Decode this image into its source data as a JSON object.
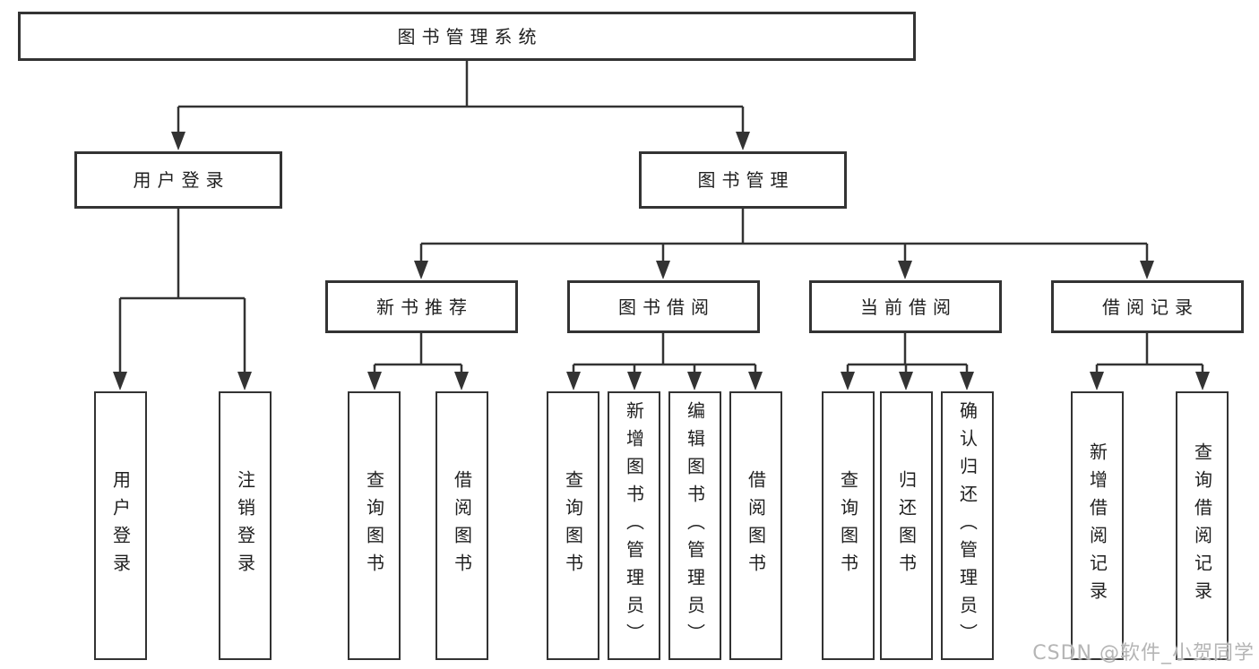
{
  "diagram": {
    "root": {
      "label": "图书管理系统",
      "children": [
        {
          "label": "用户登录",
          "children": [
            {
              "label": "用户登录"
            },
            {
              "label": "注销登录"
            }
          ]
        },
        {
          "label": "图书管理",
          "children": [
            {
              "label": "新书推荐",
              "children": [
                {
                  "label": "查询图书"
                },
                {
                  "label": "借阅图书"
                }
              ]
            },
            {
              "label": "图书借阅",
              "children": [
                {
                  "label": "查询图书"
                },
                {
                  "label": "新增图书（管理员）"
                },
                {
                  "label": "编辑图书（管理员）"
                },
                {
                  "label": "借阅图书"
                }
              ]
            },
            {
              "label": "当前借阅",
              "children": [
                {
                  "label": "查询图书"
                },
                {
                  "label": "归还图书"
                },
                {
                  "label": "确认归还（管理员）"
                }
              ]
            },
            {
              "label": "借阅记录",
              "children": [
                {
                  "label": "新增借阅记录"
                },
                {
                  "label": "查询借阅记录"
                }
              ]
            }
          ]
        }
      ]
    }
  },
  "watermark": {
    "text": "CSDN @软件_小贺同学"
  },
  "colors": {
    "line": "#333333",
    "text": "#1f1f1f",
    "background": "#ffffff",
    "watermark": "#b5b5b5"
  }
}
